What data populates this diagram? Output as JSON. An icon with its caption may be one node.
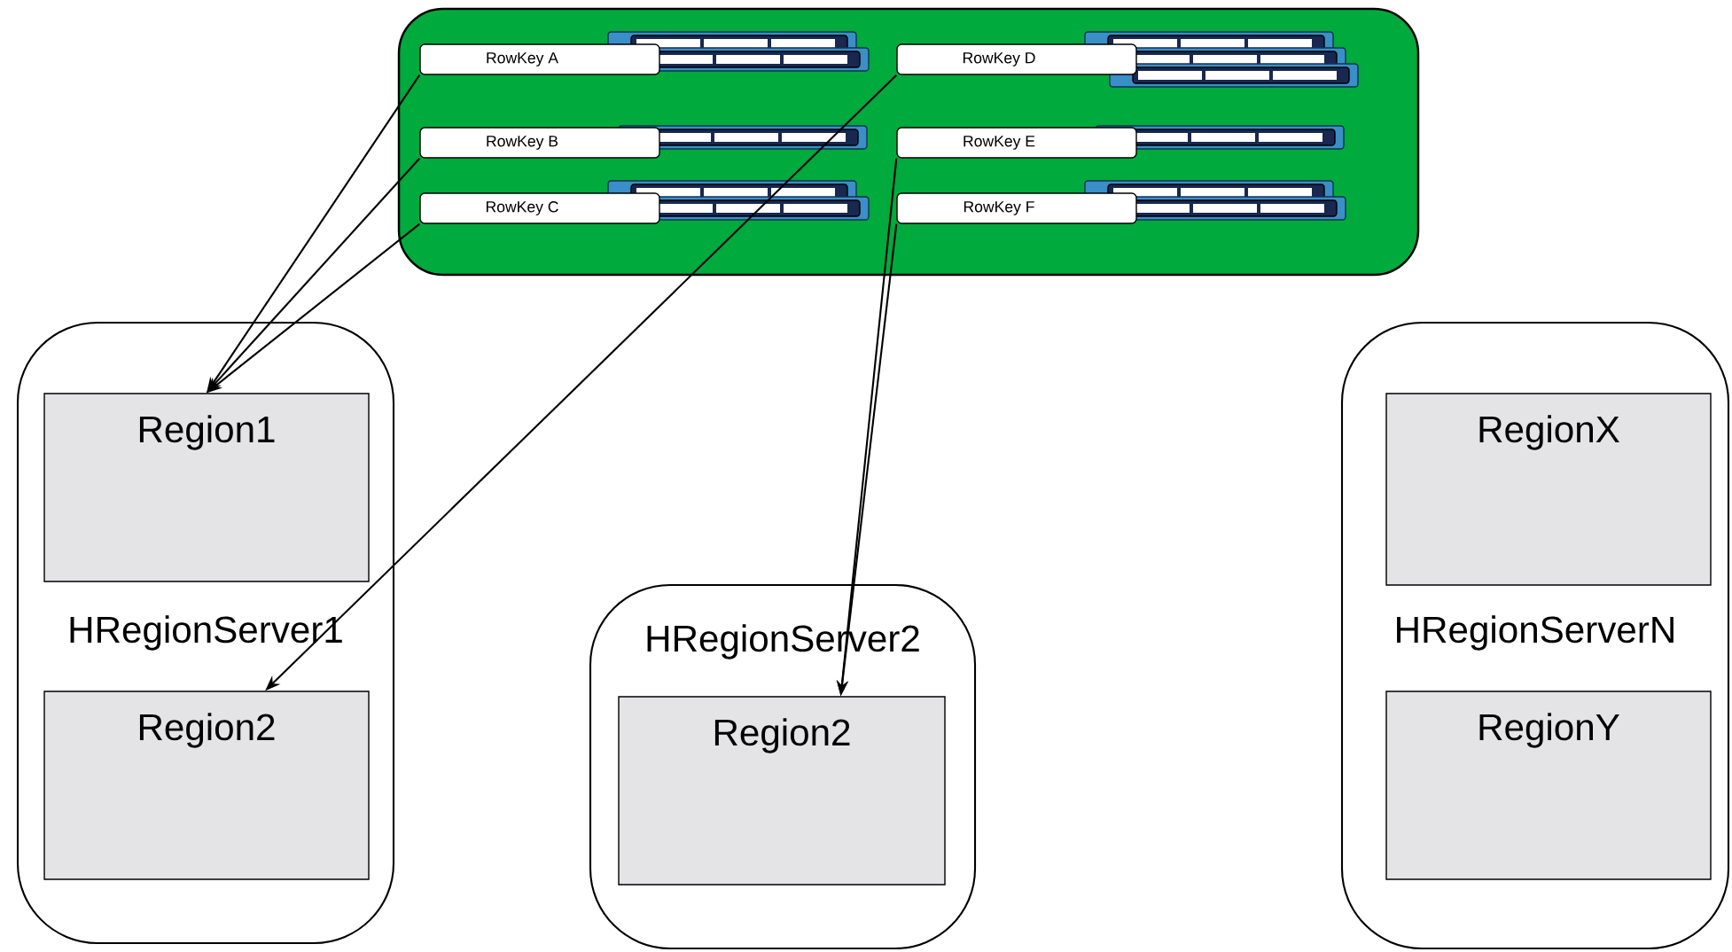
{
  "diagram": {
    "nodes": [
      {
        "text": [],
        "shape": "box"
      },
      {
        "text": [
          "RowKey  A"
        ],
        "in": 0
      },
      {
        "text": [
          "RowKey B"
        ],
        "in": 0
      },
      {
        "text": [
          "RowKey C"
        ],
        "in": 0
      },
      {
        "text": [
          "RowKey  D"
        ],
        "in": 0
      },
      {
        "text": [
          "RowKey E"
        ],
        "in": 0
      },
      {
        "text": [
          "RowKey F"
        ],
        "in": 0
      },
      {
        "text": [
          "HRegionServer1"
        ]
      },
      {
        "text": [
          "Region1"
        ],
        "in": 7
      },
      {
        "text": [
          "Region2"
        ],
        "in": 7
      },
      {
        "text": [
          "HRegionServer2"
        ]
      },
      {
        "text": [
          "Region2"
        ],
        "in": 10
      },
      {
        "text": [
          "HRegionServerN"
        ]
      },
      {
        "text": [
          "RegionX"
        ],
        "in": 12
      },
      {
        "text": [
          "RegionY"
        ],
        "in": 12
      }
    ],
    "edges": [
      {
        "from": 1,
        "to": 8,
        "arrow": "to"
      },
      {
        "from": 2,
        "to": 8,
        "arrow": "to"
      },
      {
        "from": 3,
        "to": 8,
        "arrow": "to"
      },
      {
        "from": 4,
        "to": 9,
        "arrow": "to"
      },
      {
        "from": 5,
        "to": 11,
        "arrow": "to"
      },
      {
        "from": 6,
        "to": 11,
        "arrow": "to"
      }
    ]
  }
}
